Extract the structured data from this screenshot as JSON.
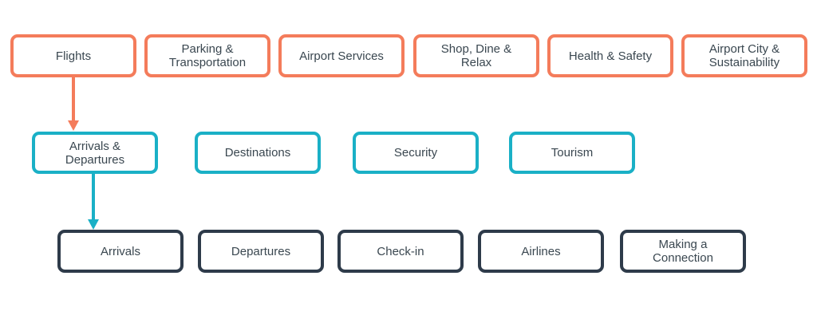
{
  "level1": {
    "flights": "Flights",
    "parking": "Parking &\nTransportation",
    "services": "Airport Services",
    "shop": "Shop, Dine &\nRelax",
    "health": "Health & Safety",
    "city": "Airport City &\nSustainability"
  },
  "level2": {
    "arrivals_departures": "Arrivals &\nDepartures",
    "destinations": "Destinations",
    "security": "Security",
    "tourism": "Tourism"
  },
  "level3": {
    "arrivals": "Arrivals",
    "departures": "Departures",
    "checkin": "Check-in",
    "airlines": "Airlines",
    "connection": "Making a\nConnection"
  },
  "colors": {
    "level1_border": "#f47c5b",
    "level2_border": "#1ab0c6",
    "level3_border": "#2e3b4a",
    "text": "#3a4750"
  }
}
